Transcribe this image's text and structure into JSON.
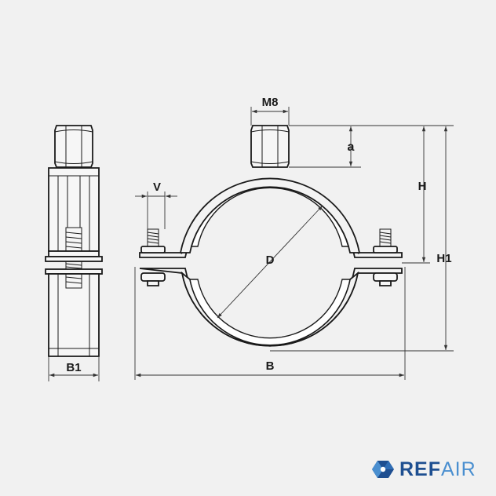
{
  "labels": {
    "m8": "M8",
    "a": "a",
    "h": "H",
    "h1": "H1",
    "v": "V",
    "d": "D",
    "b": "B",
    "b1": "B1"
  },
  "logo": {
    "part1": "REF",
    "part2": "AIR",
    "color_dark": "#1e4f91",
    "color_light": "#4a8fd0"
  },
  "colors": {
    "line": "#1a1a1a",
    "background": "#f1f1f1"
  }
}
